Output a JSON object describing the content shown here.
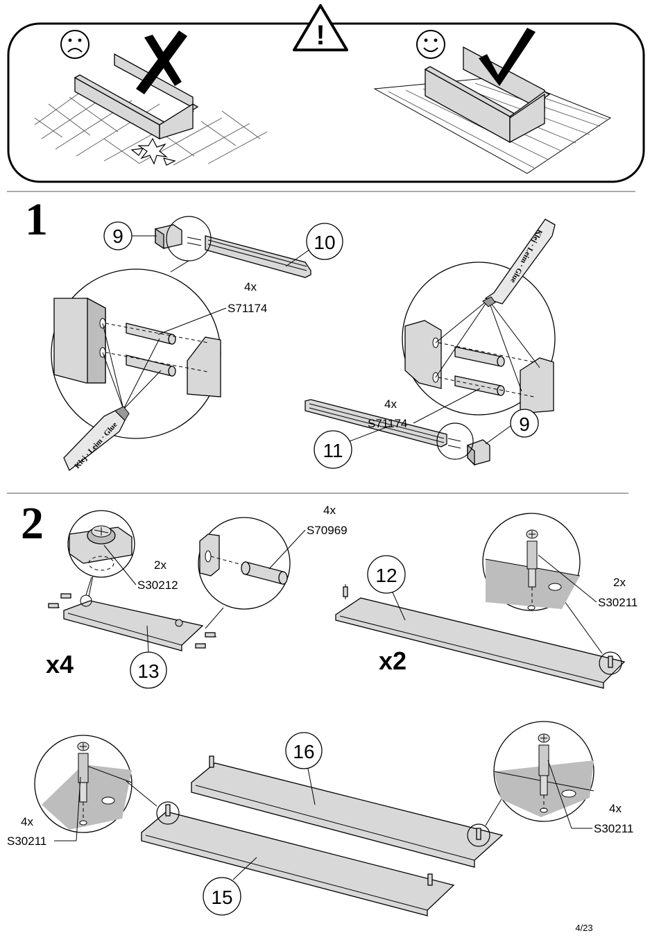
{
  "warning": {
    "sad_face": "☹",
    "happy_face": "☺",
    "alert_symbol": "!",
    "wrong_mark": "✗",
    "right_mark": "✓"
  },
  "step1": {
    "number": "1",
    "part_9_a": "9",
    "part_10": "10",
    "part_11": "11",
    "part_9_b": "9",
    "dowel_qty_a": "4x",
    "dowel_code_a": "S71174",
    "dowel_qty_b": "4x",
    "dowel_code_b": "S71174",
    "glue_text": "Klej · Leim · Glue"
  },
  "step2": {
    "number": "2",
    "cam_qty": "2x",
    "cam_code": "S30212",
    "dowel_qty": "4x",
    "dowel_code": "S70969",
    "part_13": "13",
    "mult_13": "x4",
    "part_12": "12",
    "mult_12": "x2",
    "bolt_qty_a": "2x",
    "bolt_code_a": "S30211",
    "bolt_qty_b": "4x",
    "bolt_code_b": "S30211",
    "bolt_qty_c": "4x",
    "bolt_code_c": "S30211",
    "part_15": "15",
    "part_16": "16"
  },
  "footer": {
    "page_number": "4/23"
  }
}
